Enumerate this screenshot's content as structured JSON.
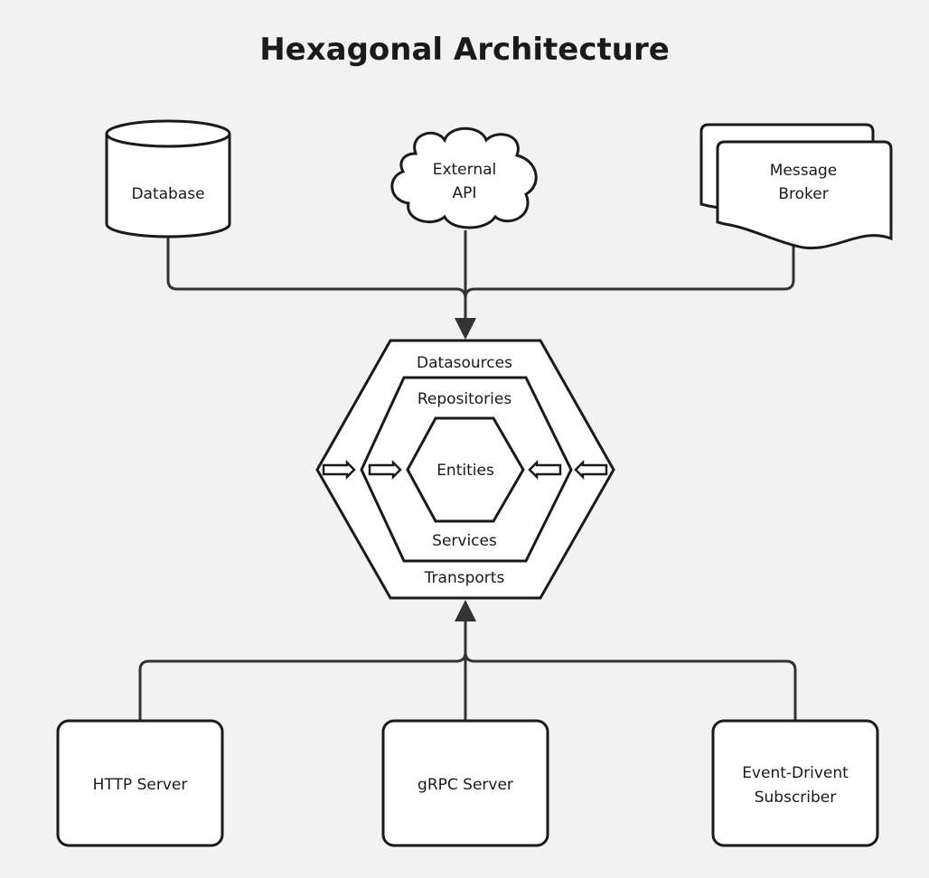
{
  "diagram": {
    "title": "Hexagonal Architecture",
    "adapters_top": {
      "database": "Database",
      "external_api": [
        "External",
        "API"
      ],
      "message_broker": [
        "Message",
        "Broker"
      ]
    },
    "hexagon": {
      "outer_top": "Datasources",
      "middle_top": "Repositories",
      "core": "Entities",
      "middle_bottom": "Services",
      "outer_bottom": "Transports"
    },
    "adapters_bottom": {
      "http_server": "HTTP Server",
      "grpc_server": "gRPC Server",
      "event_subscriber": [
        "Event-Drivent",
        "Subscriber"
      ]
    }
  }
}
